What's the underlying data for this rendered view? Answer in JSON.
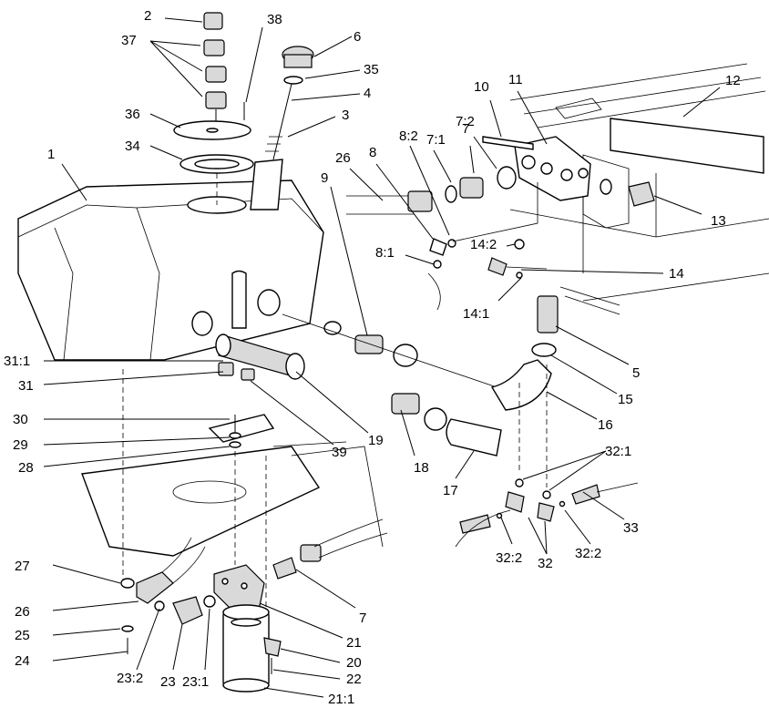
{
  "labels": [
    {
      "id": "l2",
      "text": "2"
    },
    {
      "id": "l37",
      "text": "37"
    },
    {
      "id": "l38",
      "text": "38"
    },
    {
      "id": "l6",
      "text": "6"
    },
    {
      "id": "l35",
      "text": "35"
    },
    {
      "id": "l4",
      "text": "4"
    },
    {
      "id": "l3",
      "text": "3"
    },
    {
      "id": "l36",
      "text": "36"
    },
    {
      "id": "l34",
      "text": "34"
    },
    {
      "id": "l1",
      "text": "1"
    },
    {
      "id": "l10",
      "text": "10"
    },
    {
      "id": "l11",
      "text": "11"
    },
    {
      "id": "l12",
      "text": "12"
    },
    {
      "id": "l26a",
      "text": "26"
    },
    {
      "id": "l8",
      "text": "8"
    },
    {
      "id": "l8_2",
      "text": "8:2"
    },
    {
      "id": "l7_1",
      "text": "7:1"
    },
    {
      "id": "l7a",
      "text": "7"
    },
    {
      "id": "l7_2",
      "text": "7:2"
    },
    {
      "id": "l9",
      "text": "9"
    },
    {
      "id": "l13",
      "text": "13"
    },
    {
      "id": "l8_1",
      "text": "8:1"
    },
    {
      "id": "l14_2",
      "text": "14:2"
    },
    {
      "id": "l14",
      "text": "14"
    },
    {
      "id": "l14_1",
      "text": "14:1"
    },
    {
      "id": "l5",
      "text": "5"
    },
    {
      "id": "l15",
      "text": "15"
    },
    {
      "id": "l16",
      "text": "16"
    },
    {
      "id": "l31_1",
      "text": "31:1"
    },
    {
      "id": "l31",
      "text": "31"
    },
    {
      "id": "l30",
      "text": "30"
    },
    {
      "id": "l29",
      "text": "29"
    },
    {
      "id": "l28",
      "text": "28"
    },
    {
      "id": "l19",
      "text": "19"
    },
    {
      "id": "l39",
      "text": "39"
    },
    {
      "id": "l18",
      "text": "18"
    },
    {
      "id": "l17",
      "text": "17"
    },
    {
      "id": "l32_1",
      "text": "32:1"
    },
    {
      "id": "l33",
      "text": "33"
    },
    {
      "id": "l32_2a",
      "text": "32:2"
    },
    {
      "id": "l32",
      "text": "32"
    },
    {
      "id": "l32_2b",
      "text": "32:2"
    },
    {
      "id": "l27",
      "text": "27"
    },
    {
      "id": "l26b",
      "text": "26"
    },
    {
      "id": "l25",
      "text": "25"
    },
    {
      "id": "l24",
      "text": "24"
    },
    {
      "id": "l23_2",
      "text": "23:2"
    },
    {
      "id": "l23",
      "text": "23"
    },
    {
      "id": "l23_1",
      "text": "23:1"
    },
    {
      "id": "l7b",
      "text": "7"
    },
    {
      "id": "l21",
      "text": "21"
    },
    {
      "id": "l20",
      "text": "20"
    },
    {
      "id": "l22",
      "text": "22"
    },
    {
      "id": "l21_1",
      "text": "21:1"
    }
  ]
}
